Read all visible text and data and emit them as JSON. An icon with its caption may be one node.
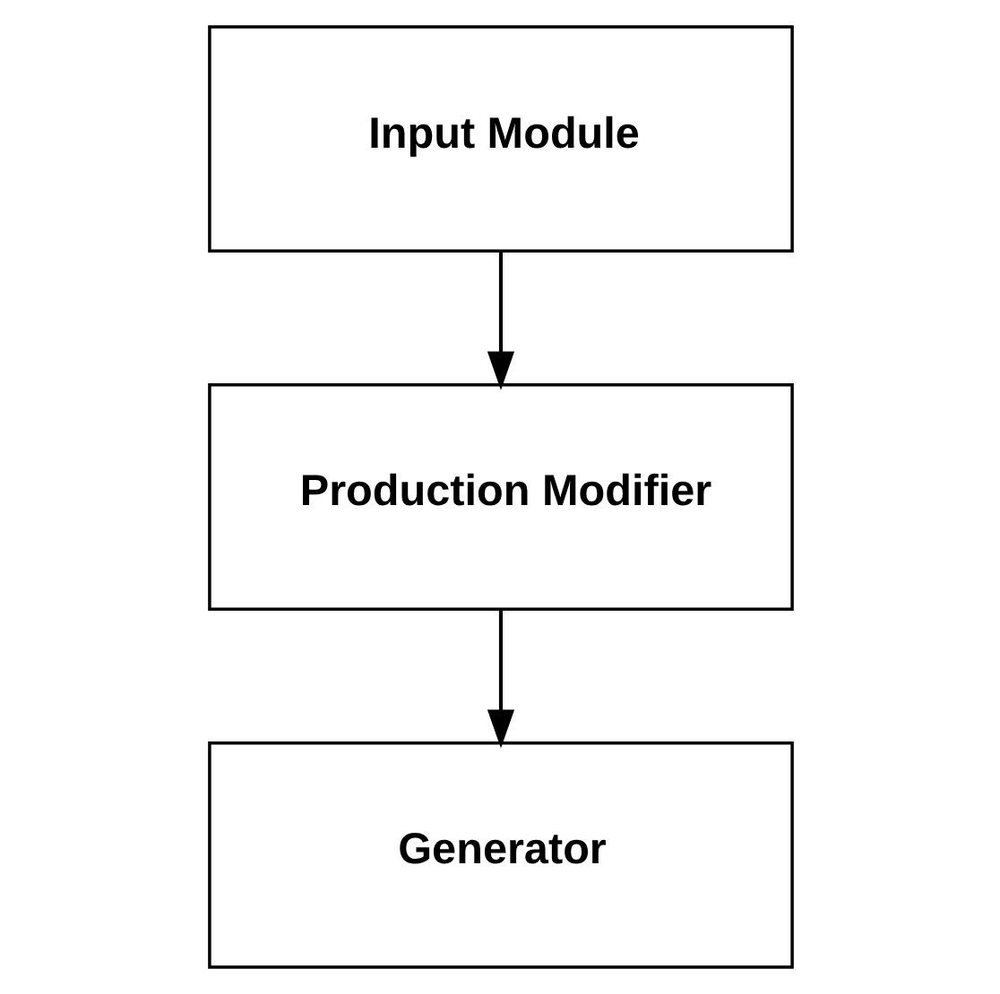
{
  "diagram": {
    "nodes": [
      {
        "text": [
          "Input Module"
        ]
      },
      {
        "text": [
          "Production Modifier"
        ]
      },
      {
        "text": [
          "Generator"
        ]
      }
    ],
    "edges": [
      {
        "from": 0,
        "to": 1,
        "arrow": "to"
      },
      {
        "from": 1,
        "to": 2,
        "arrow": "to"
      }
    ]
  }
}
